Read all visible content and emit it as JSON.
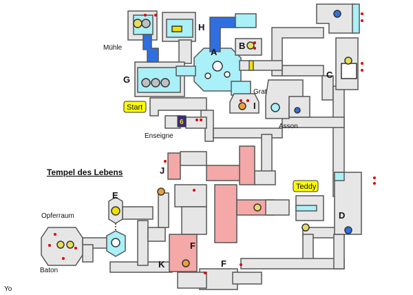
{
  "map_title": "Tempel des Lebens",
  "signature": "Yo",
  "badge_number": "6",
  "tags": {
    "start": "Start",
    "teddy": "Teddy"
  },
  "room_letters": {
    "A": "A",
    "B": "B",
    "C": "C",
    "D": "D",
    "E": "E",
    "F1": "F",
    "F2": "F",
    "G": "G",
    "H": "H",
    "I": "I",
    "J": "J",
    "K": "K"
  },
  "place_names": {
    "muehle": "Mühle",
    "grat": "Grat",
    "asson": "Asson",
    "enseigne": "Enseigne",
    "opferraum": "Opferraum",
    "baton": "Baton"
  },
  "colors": {
    "floor": "#e6e6e6",
    "wall": "#555555",
    "water": "#aaf0f8",
    "deep_water": "#2f6fe0",
    "blood_floor": "#f4a8a8",
    "tag_fill": "#ffff00",
    "marker_red": "#e00000",
    "marker_yellow": "#f0e000"
  }
}
